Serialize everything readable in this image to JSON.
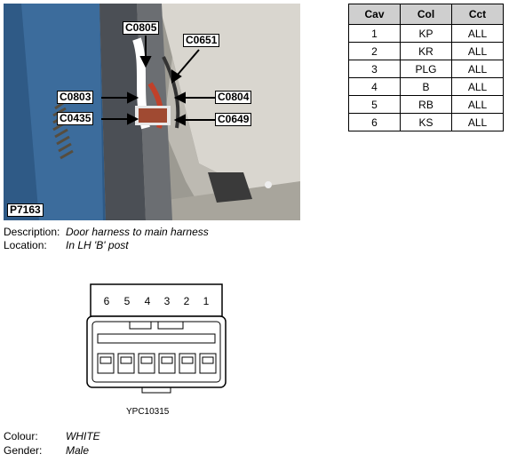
{
  "photo": {
    "code": "P7163",
    "callouts": [
      "C0805",
      "C0651",
      "C0803",
      "C0804",
      "C0435",
      "C0649"
    ]
  },
  "pin_table": {
    "headers": [
      "Cav",
      "Col",
      "Cct"
    ],
    "rows": [
      [
        "1",
        "KP",
        "ALL"
      ],
      [
        "2",
        "KR",
        "ALL"
      ],
      [
        "3",
        "PLG",
        "ALL"
      ],
      [
        "4",
        "B",
        "ALL"
      ],
      [
        "5",
        "RB",
        "ALL"
      ],
      [
        "6",
        "KS",
        "ALL"
      ]
    ]
  },
  "description": {
    "label": "Description:",
    "value": "Door harness to main harness"
  },
  "location": {
    "label": "Location:",
    "value": "In LH 'B' post"
  },
  "connector": {
    "pin_numbers": [
      "6",
      "5",
      "4",
      "3",
      "2",
      "1"
    ],
    "part_number": "YPC10315"
  },
  "colour": {
    "label": "Colour:",
    "value": "WHITE"
  },
  "gender": {
    "label": "Gender:",
    "value": "Male"
  }
}
